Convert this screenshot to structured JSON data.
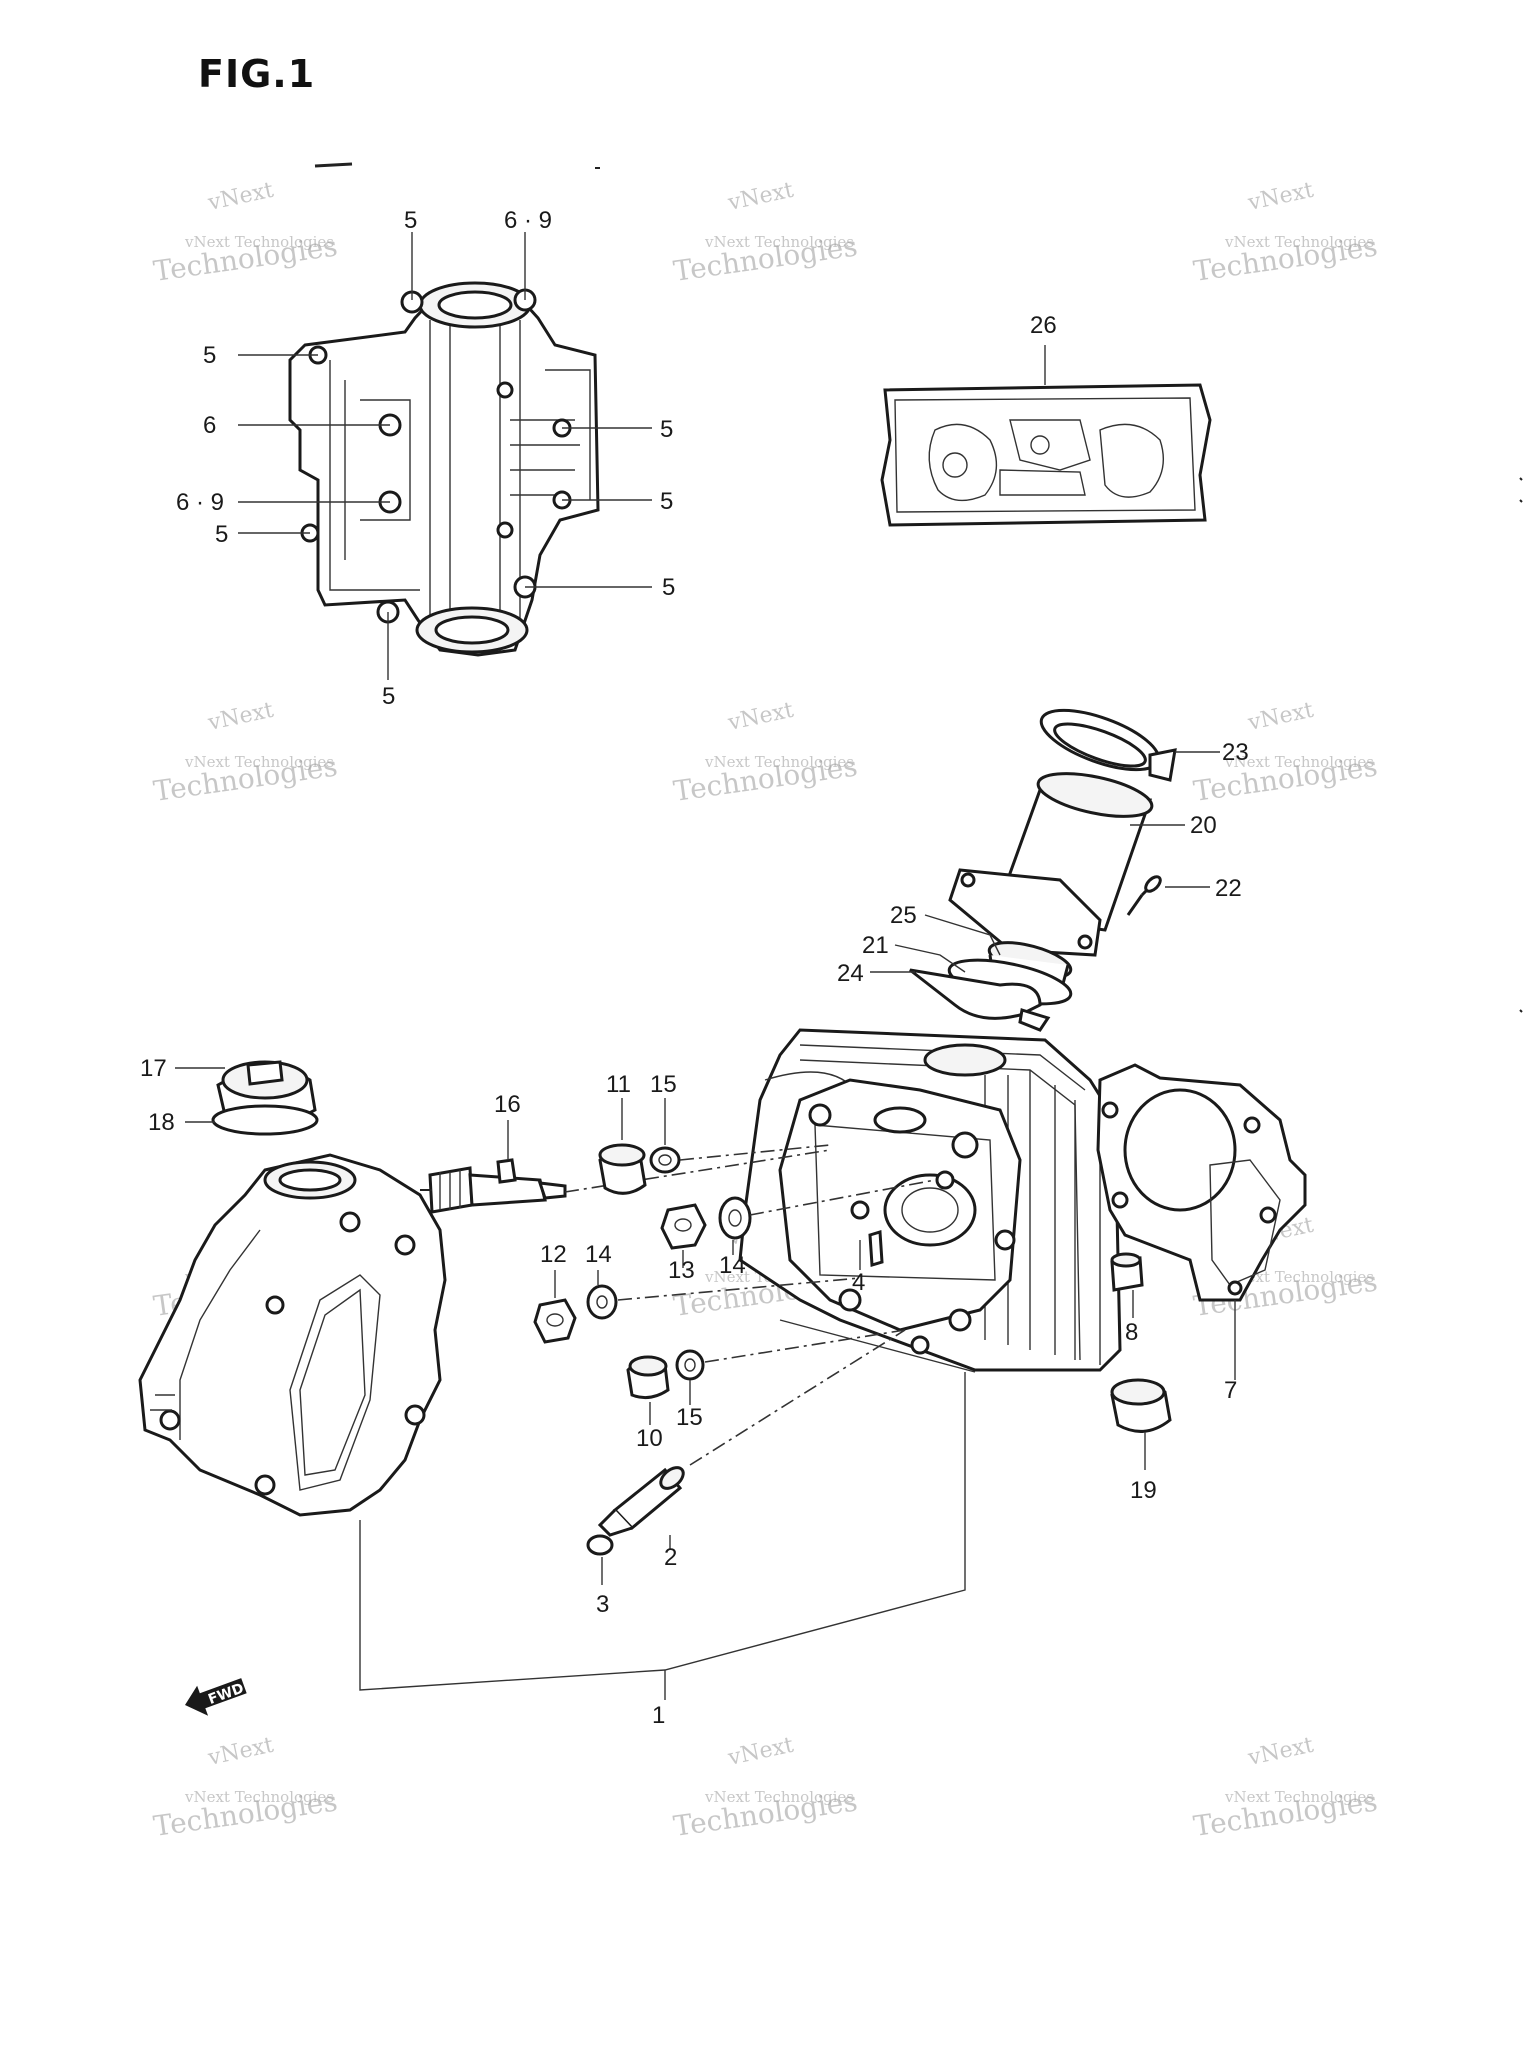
{
  "figure_title": "FIG.1",
  "fwd_label": "FWD",
  "watermark": {
    "line1": "vNext",
    "line2": "vNext Technologies",
    "line3": "Technologies"
  },
  "callouts": [
    {
      "id": "c-5-a",
      "label": "5"
    },
    {
      "id": "c-69-a",
      "label": "6 · 9"
    },
    {
      "id": "c-5-b",
      "label": "5"
    },
    {
      "id": "c-6",
      "label": "6"
    },
    {
      "id": "c-5-c",
      "label": "5"
    },
    {
      "id": "c-69-b",
      "label": "6 · 9"
    },
    {
      "id": "c-5-d",
      "label": "5"
    },
    {
      "id": "c-5-e",
      "label": "5"
    },
    {
      "id": "c-5-f",
      "label": "5"
    },
    {
      "id": "c-5-g",
      "label": "5"
    },
    {
      "id": "c-26",
      "label": "26"
    },
    {
      "id": "c-23",
      "label": "23"
    },
    {
      "id": "c-20",
      "label": "20"
    },
    {
      "id": "c-22",
      "label": "22"
    },
    {
      "id": "c-25",
      "label": "25"
    },
    {
      "id": "c-21",
      "label": "21"
    },
    {
      "id": "c-24",
      "label": "24"
    },
    {
      "id": "c-17",
      "label": "17"
    },
    {
      "id": "c-18",
      "label": "18"
    },
    {
      "id": "c-16",
      "label": "16"
    },
    {
      "id": "c-11",
      "label": "11"
    },
    {
      "id": "c-15-a",
      "label": "15"
    },
    {
      "id": "c-13",
      "label": "13"
    },
    {
      "id": "c-14-a",
      "label": "14"
    },
    {
      "id": "c-4",
      "label": "4"
    },
    {
      "id": "c-12",
      "label": "12"
    },
    {
      "id": "c-14-b",
      "label": "14"
    },
    {
      "id": "c-10",
      "label": "10"
    },
    {
      "id": "c-15-b",
      "label": "15"
    },
    {
      "id": "c-8",
      "label": "8"
    },
    {
      "id": "c-7",
      "label": "7"
    },
    {
      "id": "c-19",
      "label": "19"
    },
    {
      "id": "c-2",
      "label": "2"
    },
    {
      "id": "c-3",
      "label": "3"
    },
    {
      "id": "c-1",
      "label": "1"
    }
  ]
}
